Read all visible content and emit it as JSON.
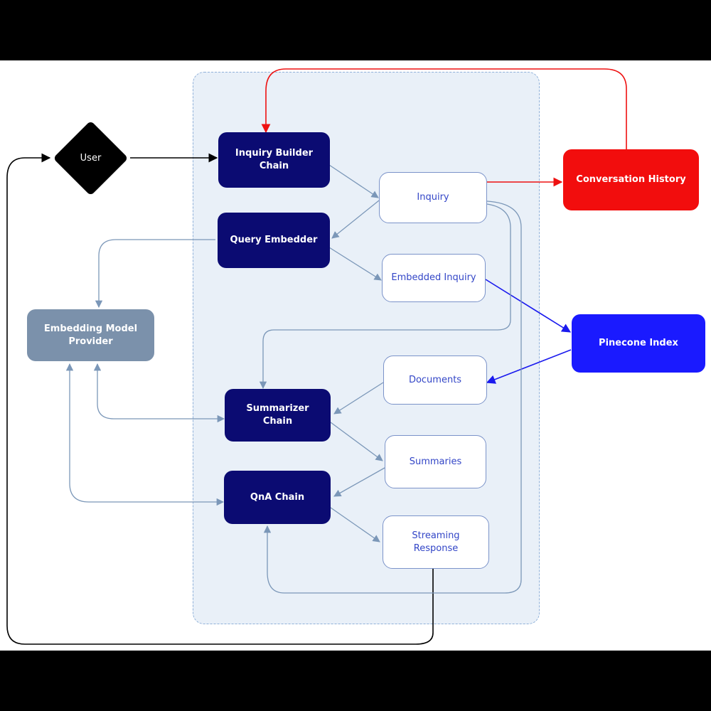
{
  "nodes": {
    "user": "User",
    "inquiry_builder_chain": "Inquiry Builder Chain",
    "inquiry": "Inquiry",
    "conversation_history": "Conversation History",
    "query_embedder": "Query Embedder",
    "embedded_inquiry": "Embedded Inquiry",
    "embedding_model_provider": "Embedding Model Provider",
    "pinecone_index": "Pinecone Index",
    "documents": "Documents",
    "summarizer_chain": "Summarizer Chain",
    "summaries": "Summaries",
    "qna_chain": "QnA Chain",
    "streaming_response": "Streaming Response"
  },
  "colors": {
    "chain": "#0b0b72",
    "data_node_text": "#3346c7",
    "history": "#f20d0d",
    "pinecone": "#1a1aff",
    "provider": "#7b91ab",
    "connector": "#7b97b8",
    "group_fill": "#e9f0f8"
  }
}
